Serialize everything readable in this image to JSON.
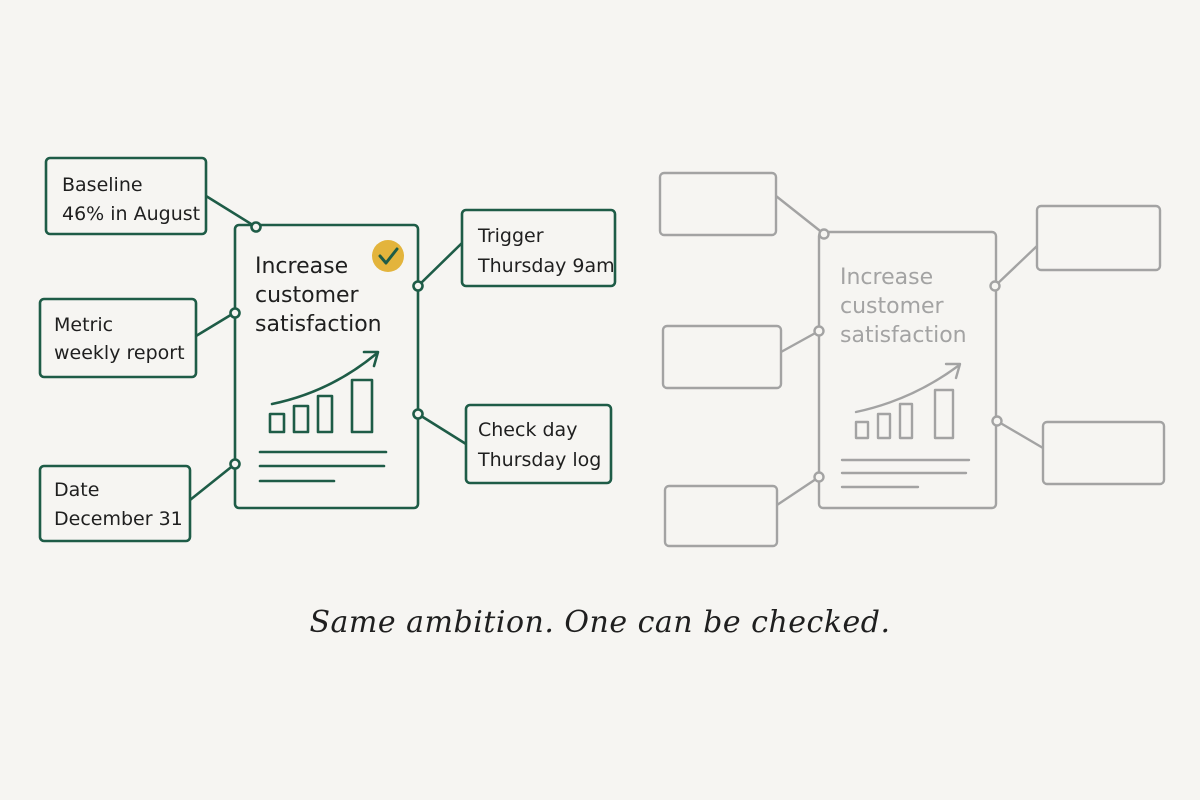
{
  "colors": {
    "background": "#f6f5f2",
    "accent_green": "#1e5c47",
    "muted_gray": "#a3a3a3",
    "check_badge": "#e3b43c",
    "text_dark": "#1f1f1f"
  },
  "left_card": {
    "title_lines": [
      "Increase",
      "customer",
      "satisfaction"
    ],
    "status_icon": "check-icon"
  },
  "right_card": {
    "title_lines": [
      "Increase",
      "customer",
      "satisfaction"
    ]
  },
  "left_boxes": {
    "baseline": {
      "label": "Baseline",
      "value": "46% in August"
    },
    "metric": {
      "label": "Metric",
      "value": "weekly report"
    },
    "date": {
      "label": "Date",
      "value": "December 31"
    },
    "trigger": {
      "label": "Trigger",
      "value": "Thursday 9am"
    },
    "check_day": {
      "label": "Check day",
      "value": "Thursday log"
    }
  },
  "caption": "Same ambition. One can be checked."
}
